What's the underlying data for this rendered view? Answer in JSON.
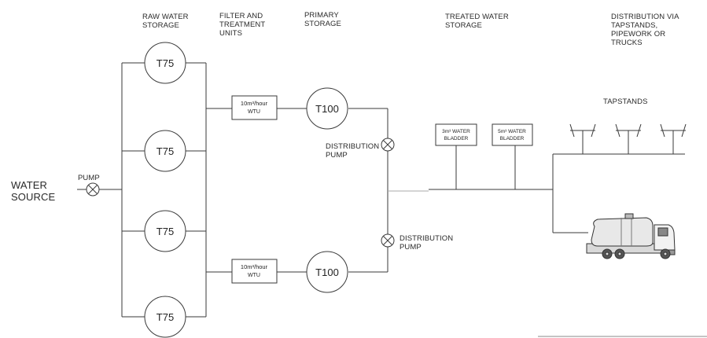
{
  "stages": {
    "raw_storage": "RAW WATER\nSTORAGE",
    "filter": "FILTER AND\nTREATMENT\nUNITS",
    "primary": "PRIMARY\nSTORAGE",
    "treated": "TREATED WATER\nSTORAGE",
    "distribution": "DISTRIBUTION VIA\nTAPSTANDS,\nPIPEWORK OR\nTRUCKS"
  },
  "source_label": "WATER\nSOURCE",
  "pump_label": "PUMP",
  "distribution_pump_label": "DISTRIBUTION\nPUMP",
  "tapstands_label": "TAPSTANDS",
  "raw_tanks": [
    "T75",
    "T75",
    "T75",
    "T75"
  ],
  "wtu_label_top": "10m³/hour",
  "wtu_label_bottom": "WTU",
  "primary_tanks": [
    "T100",
    "T100"
  ],
  "bladders": [
    {
      "line1": "3m³ WATER",
      "line2": "BLADDER"
    },
    {
      "line1": "5m³ WATER",
      "line2": "BLADDER"
    }
  ],
  "icons": [
    "pump-valve-icon",
    "water-truck-icon",
    "tap-icon"
  ],
  "colors": {
    "line": "#3a3a3a",
    "background": "#ffffff"
  }
}
